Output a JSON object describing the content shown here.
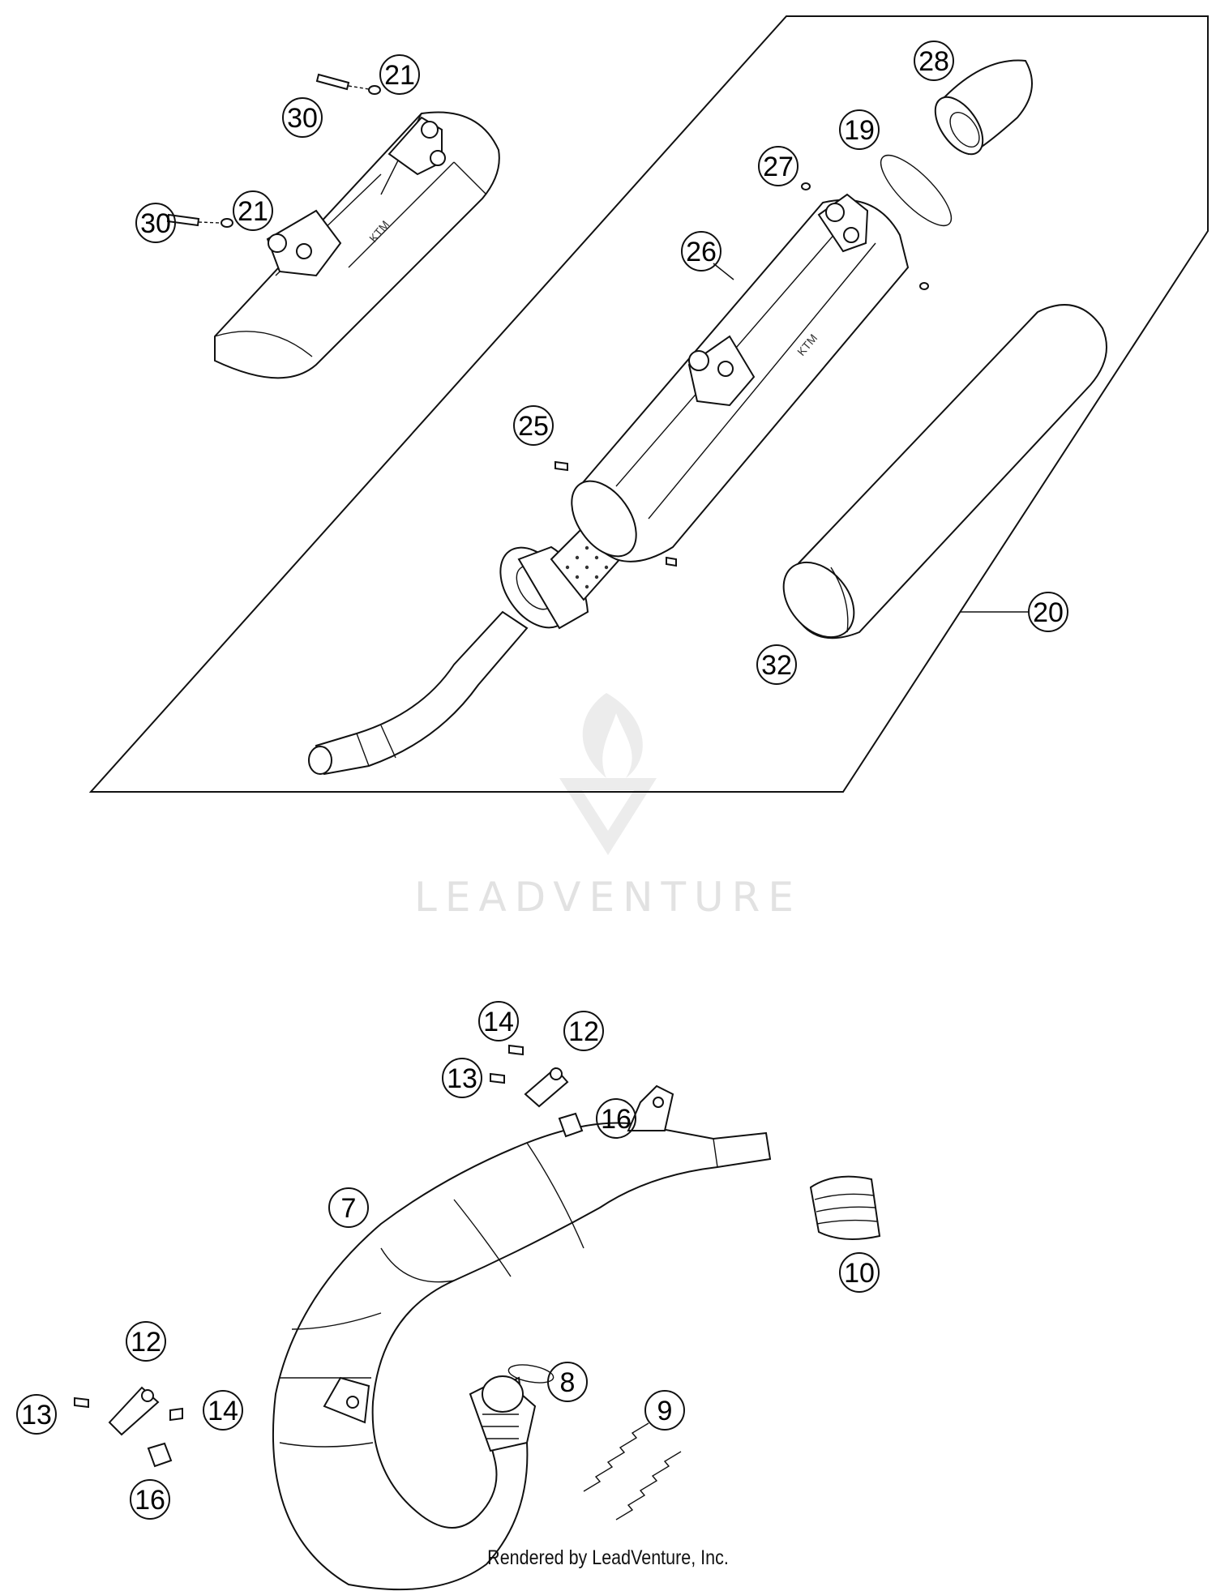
{
  "watermark": {
    "brand_text": "LEADVENTURE"
  },
  "footer": {
    "rendered_by": "Rendered by LeadVenture, Inc."
  },
  "callouts": {
    "c19": "19",
    "c20": "20",
    "c21a": "21",
    "c21b": "21",
    "c25": "25",
    "c26": "26",
    "c27": "27",
    "c28": "28",
    "c30a": "30",
    "c30b": "30",
    "c32": "32",
    "c7": "7",
    "c8": "8",
    "c9": "9",
    "c10": "10",
    "c12a": "12",
    "c13a": "13",
    "c14a": "14",
    "c16a": "16",
    "c12b": "12",
    "c13b": "13",
    "c14b": "14",
    "c16b": "16"
  },
  "colors": {
    "line": "#111111",
    "watermark": "#e2e2e2"
  }
}
